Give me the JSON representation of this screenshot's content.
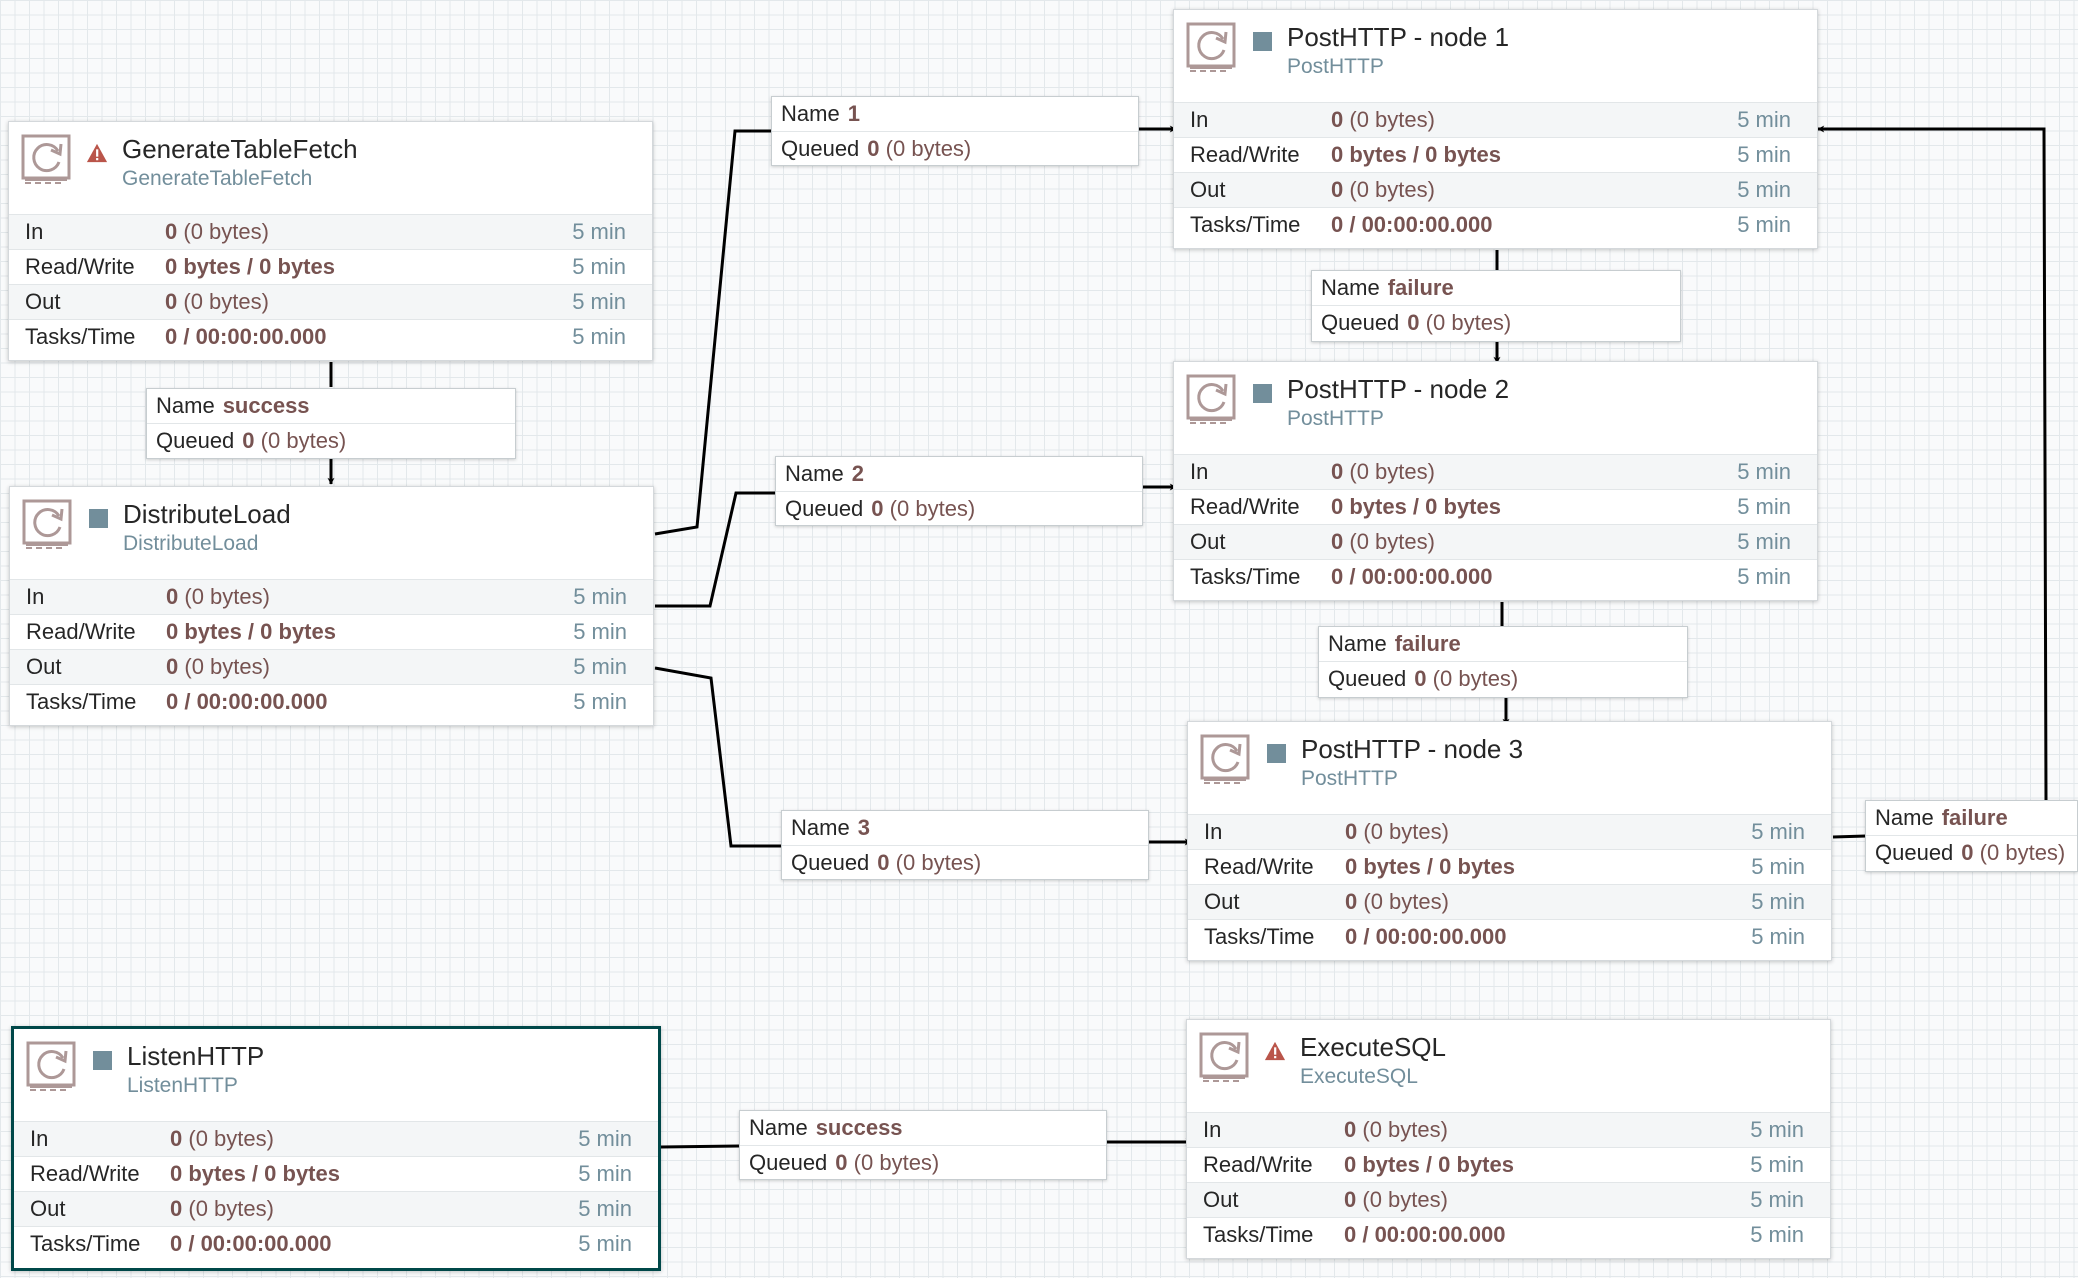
{
  "stat_labels": {
    "in": "In",
    "rw": "Read/Write",
    "out": "Out",
    "tasks": "Tasks/Time"
  },
  "conn_labels": {
    "name": "Name",
    "queued": "Queued"
  },
  "colors": {
    "warning": "#ba554a",
    "stopped": "#728e9b",
    "selected_border": "#004849",
    "value": "#775351",
    "type": "#728e9b"
  },
  "processors": [
    {
      "id": "gtf",
      "name": "GenerateTableFetch",
      "type": "GenerateTableFetch",
      "state_icon": "warning-icon",
      "in_count": "0",
      "in_size": "(0 bytes)",
      "rw": "0 bytes / 0 bytes",
      "out_count": "0",
      "out_size": "(0 bytes)",
      "tasks": "0 / 00:00:00.000",
      "window": "5 min"
    },
    {
      "id": "dl",
      "name": "DistributeLoad",
      "type": "DistributeLoad",
      "state_icon": "stopped-icon",
      "in_count": "0",
      "in_size": "(0 bytes)",
      "rw": "0 bytes / 0 bytes",
      "out_count": "0",
      "out_size": "(0 bytes)",
      "tasks": "0 / 00:00:00.000",
      "window": "5 min"
    },
    {
      "id": "listen",
      "name": "ListenHTTP",
      "type": "ListenHTTP",
      "state_icon": "stopped-icon",
      "in_count": "0",
      "in_size": "(0 bytes)",
      "rw": "0 bytes / 0 bytes",
      "out_count": "0",
      "out_size": "(0 bytes)",
      "tasks": "0 / 00:00:00.000",
      "window": "5 min"
    },
    {
      "id": "p1",
      "name": "PostHTTP - node 1",
      "type": "PostHTTP",
      "state_icon": "stopped-icon",
      "in_count": "0",
      "in_size": "(0 bytes)",
      "rw": "0 bytes / 0 bytes",
      "out_count": "0",
      "out_size": "(0 bytes)",
      "tasks": "0 / 00:00:00.000",
      "window": "5 min"
    },
    {
      "id": "p2",
      "name": "PostHTTP - node 2",
      "type": "PostHTTP",
      "state_icon": "stopped-icon",
      "in_count": "0",
      "in_size": "(0 bytes)",
      "rw": "0 bytes / 0 bytes",
      "out_count": "0",
      "out_size": "(0 bytes)",
      "tasks": "0 / 00:00:00.000",
      "window": "5 min"
    },
    {
      "id": "p3",
      "name": "PostHTTP - node 3",
      "type": "PostHTTP",
      "state_icon": "stopped-icon",
      "in_count": "0",
      "in_size": "(0 bytes)",
      "rw": "0 bytes / 0 bytes",
      "out_count": "0",
      "out_size": "(0 bytes)",
      "tasks": "0 / 00:00:00.000",
      "window": "5 min"
    },
    {
      "id": "sql",
      "name": "ExecuteSQL",
      "type": "ExecuteSQL",
      "state_icon": "warning-icon",
      "in_count": "0",
      "in_size": "(0 bytes)",
      "rw": "0 bytes / 0 bytes",
      "out_count": "0",
      "out_size": "(0 bytes)",
      "tasks": "0 / 00:00:00.000",
      "window": "5 min"
    }
  ],
  "connections": [
    {
      "name": "success",
      "queued_count": "0",
      "queued_size": "(0 bytes)"
    },
    {
      "name": "1",
      "queued_count": "0",
      "queued_size": "(0 bytes)"
    },
    {
      "name": "2",
      "queued_count": "0",
      "queued_size": "(0 bytes)"
    },
    {
      "name": "3",
      "queued_count": "0",
      "queued_size": "(0 bytes)"
    },
    {
      "name": "failure",
      "queued_count": "0",
      "queued_size": "(0 bytes)"
    },
    {
      "name": "failure",
      "queued_count": "0",
      "queued_size": "(0 bytes)"
    },
    {
      "name": "failure",
      "queued_count": "0",
      "queued_size": "(0 bytes)"
    },
    {
      "name": "success",
      "queued_count": "0",
      "queued_size": "(0 bytes)"
    }
  ]
}
